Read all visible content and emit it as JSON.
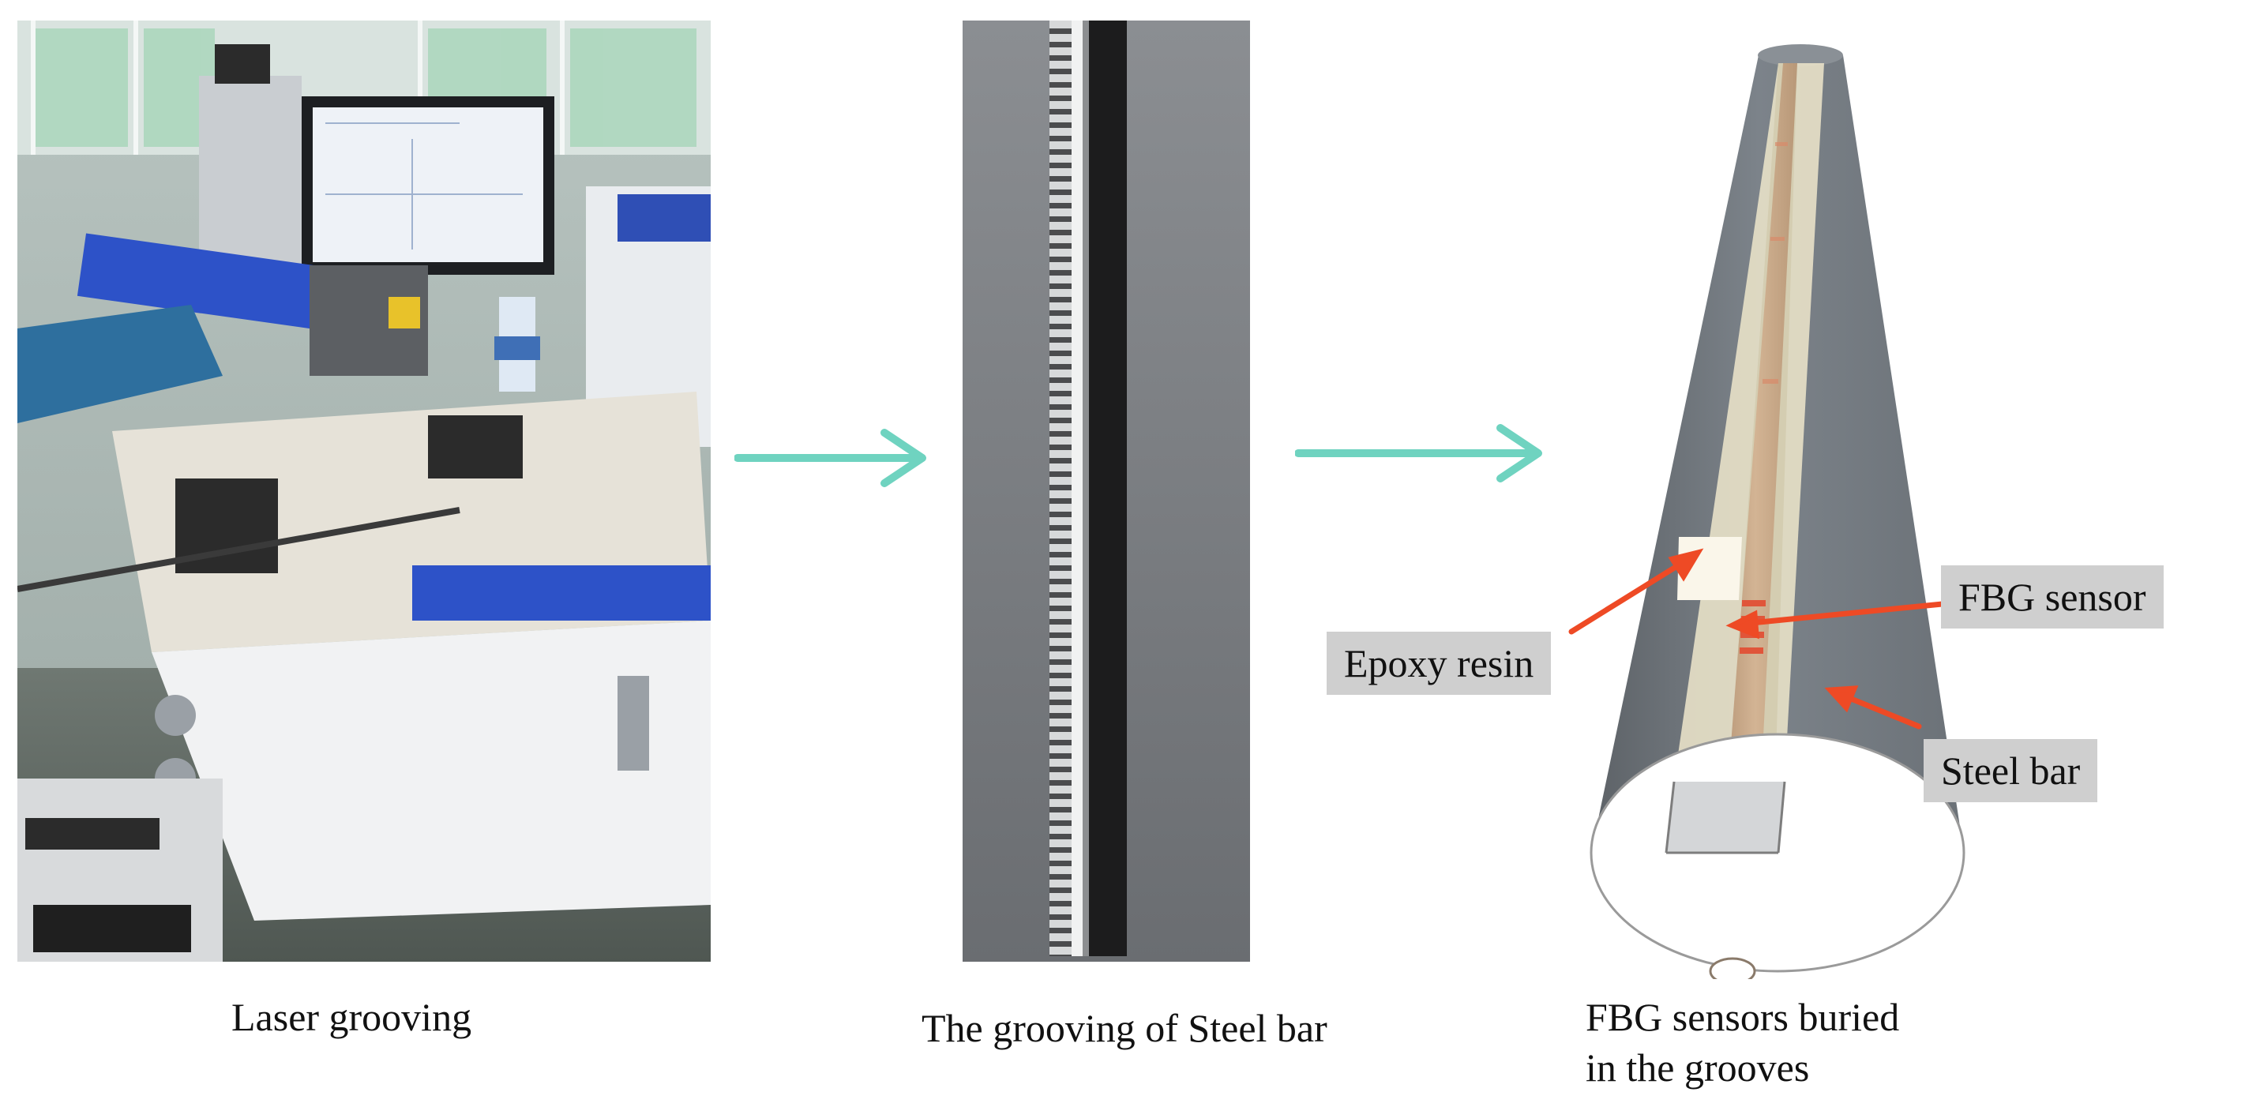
{
  "colors": {
    "flow_arrow": "#6fd3c0",
    "callout_arrow": "#ee4a25",
    "callout_bg": "#cfcfcf",
    "steel": "#7c838a",
    "fiber": "#c8a887",
    "resin": "#f2ecd7"
  },
  "panels": [
    {
      "id": "laser-grooving",
      "caption": "Laser grooving"
    },
    {
      "id": "grooving-steel-bar",
      "caption": "The grooving of  Steel bar"
    },
    {
      "id": "fbg-buried",
      "caption": "FBG sensors buried\nin the grooves"
    }
  ],
  "callouts": {
    "fbg_sensor": "FBG sensor",
    "epoxy_resin": "Epoxy resin",
    "steel_bar": "Steel bar"
  },
  "icons": {
    "flow_arrow_1": "arrow-right-icon",
    "flow_arrow_2": "arrow-right-icon"
  }
}
